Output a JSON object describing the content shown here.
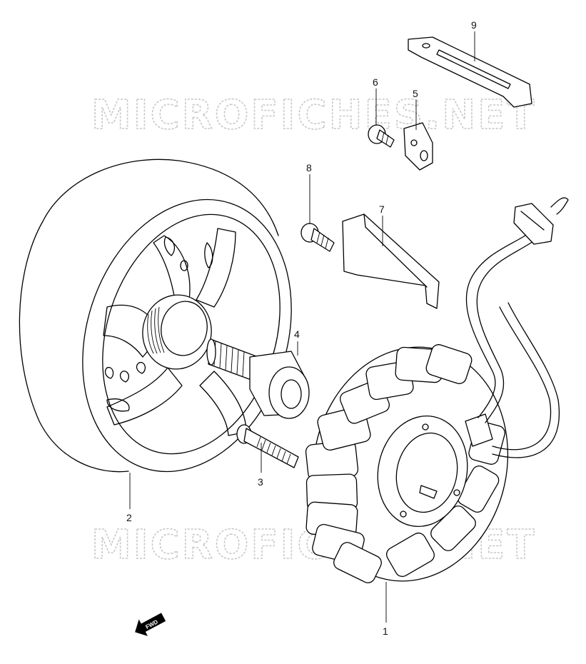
{
  "watermark": {
    "top": "MICROFICHES.NET",
    "bottom": "MICROFICHES.NET"
  },
  "callouts": [
    "1",
    "2",
    "3",
    "4",
    "5",
    "6",
    "7",
    "8",
    "9"
  ],
  "direction_badge": {
    "label": "FWD",
    "icon": "forward-arrow-icon"
  }
}
